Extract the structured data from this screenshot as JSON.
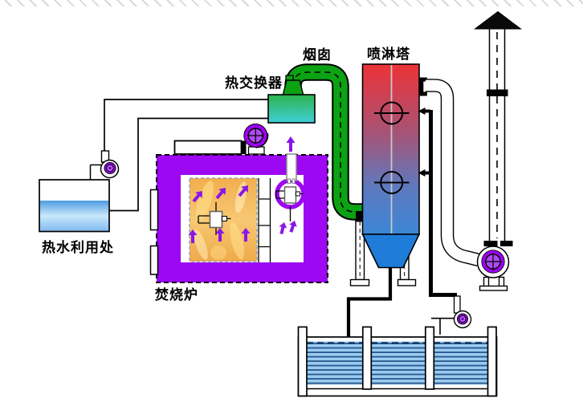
{
  "labels": {
    "heat_exchanger": "热交换器",
    "stack_duct": "烟囱",
    "spray_tower": "喷淋塔",
    "hot_water_station": "热水利用处",
    "incinerator": "焚烧炉"
  },
  "colors": {
    "wall_purple": "#9C08F2",
    "arrow_purple": "#8A16E8",
    "fan_purple": "#9D00F0",
    "fan_purple_light": "#AE4AF3",
    "duct_green": "#0CA213",
    "hx_green_top": "#2EB34D",
    "hx_cyan_bottom": "#3ECFD6",
    "tower_red_top": "#ED3237",
    "tower_blue_bottom": "#3C86D6",
    "cone_blue": "#1F7CD8",
    "flame_orange": "#F2AE4E",
    "water_light": "#9CCAEF",
    "water_stripe": "#24598F",
    "water_level_navy": "#17375E",
    "hot_water_blue": "#4D9BE0"
  }
}
